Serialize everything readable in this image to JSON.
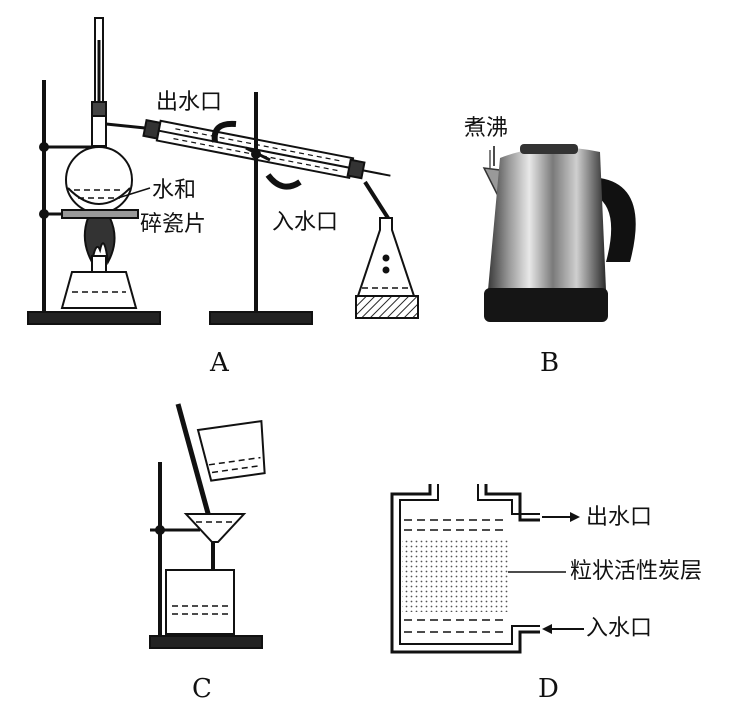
{
  "panels": {
    "A": {
      "caption": "A",
      "outlet_label": "出水口",
      "inlet_label": "入水口",
      "flask_label_line1": "水和",
      "flask_label_line2": "碎瓷片"
    },
    "B": {
      "caption": "B",
      "boil_label": "煮沸"
    },
    "C": {
      "caption": "C"
    },
    "D": {
      "caption": "D",
      "outlet_label": "出水口",
      "carbon_label": "粒状活性炭层",
      "inlet_label": "入水口"
    }
  }
}
